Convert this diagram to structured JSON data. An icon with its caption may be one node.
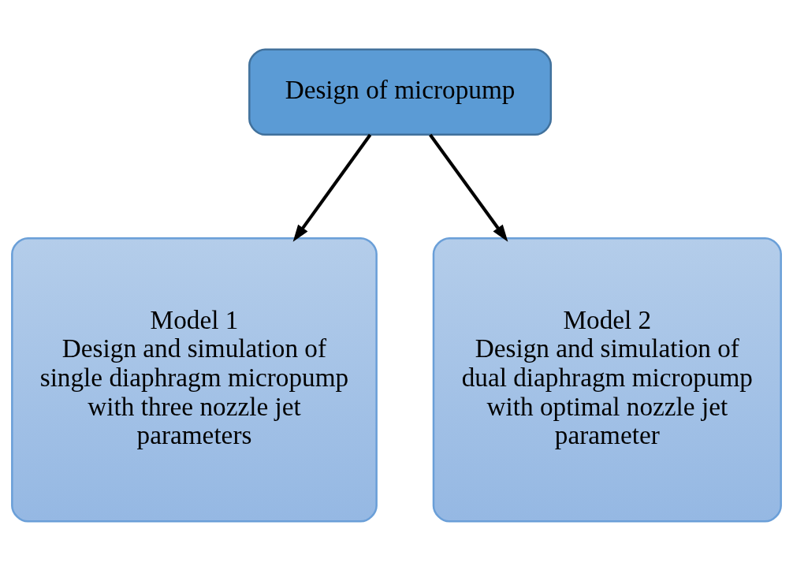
{
  "diagram": {
    "nodes": [
      {
        "text": [
          "Design of micropump"
        ]
      },
      {
        "text": [
          "Model 1",
          "Design and simulation of single diaphragm micropump with three nozzle jet parameters"
        ]
      },
      {
        "text": [
          "Model 2",
          "Design and simulation of dual diaphragm micropump with optimal nozzle jet parameter"
        ]
      }
    ],
    "edges": [
      {
        "from": 0,
        "to": 1,
        "arrow": "to"
      },
      {
        "from": 0,
        "to": 2,
        "arrow": "to"
      }
    ]
  }
}
